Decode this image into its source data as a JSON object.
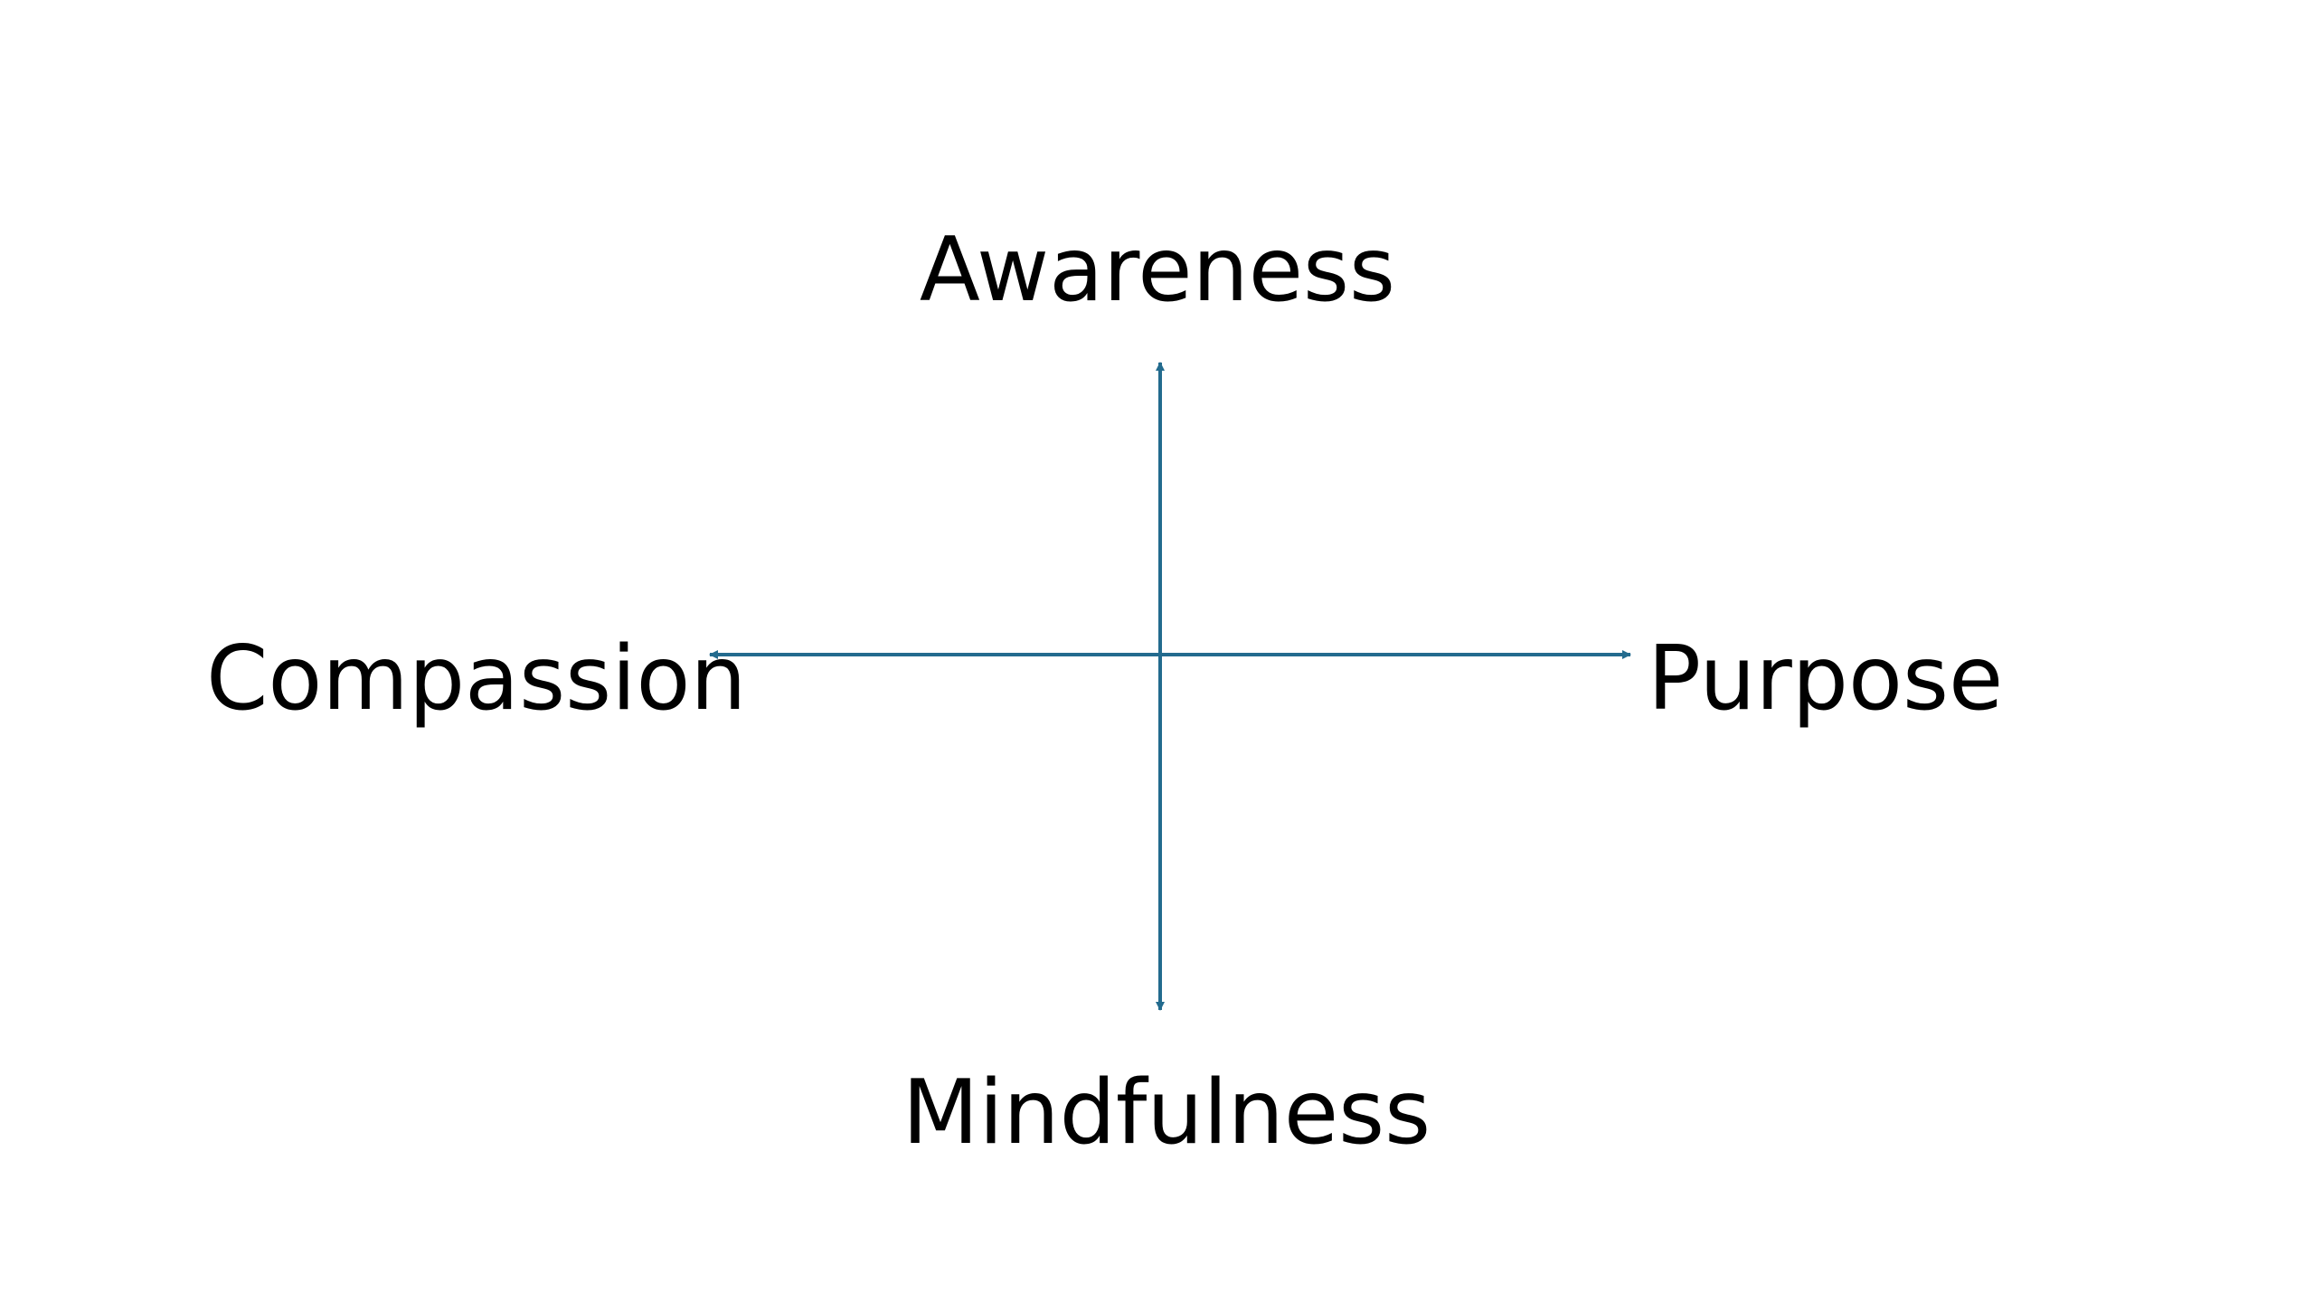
{
  "diagram": {
    "top_label": "Awareness",
    "bottom_label": "Mindfulness",
    "left_label": "Compassion",
    "right_label": "Purpose",
    "axis_color": "#236b8e",
    "text_color": "#000000",
    "background_color": "#ffffff"
  }
}
